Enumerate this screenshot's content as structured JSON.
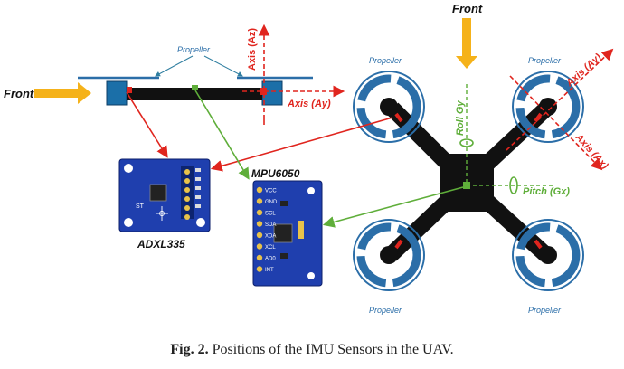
{
  "labels": {
    "front_side": "Front",
    "front_top": "Front",
    "propeller_side": "Propeller",
    "axis_az": "Axis (Az)",
    "axis_ay_side": "Axis (Ay)",
    "roll": "Roll Gy",
    "pitch": "Pitch (Gx)",
    "axis_ay_top": "Axis (Ay)",
    "axis_ax_top": "Axis (Ax)",
    "propeller_tl": "Propeller",
    "propeller_tr": "Propeller",
    "propeller_bl": "Propeller",
    "propeller_br": "Propeller",
    "adxl": "ADXL335",
    "mpu": "MPU6050",
    "adxl_pin_st": "ST",
    "mpu_pins": [
      "VCC",
      "GND",
      "SCL",
      "SDA",
      "XDA",
      "XCL",
      "AD0",
      "INT"
    ]
  },
  "caption": {
    "prefix": "Fig. 2.",
    "text": " Positions of the IMU Sensors in the UAV."
  },
  "colors": {
    "arrow_orange": "#f5b21a",
    "axis_red": "#e0251e",
    "green": "#5fae3a",
    "board_blue": "#1f3fae",
    "side_blue": "#1b6fa8",
    "ring_blue": "#2b6ea8"
  }
}
